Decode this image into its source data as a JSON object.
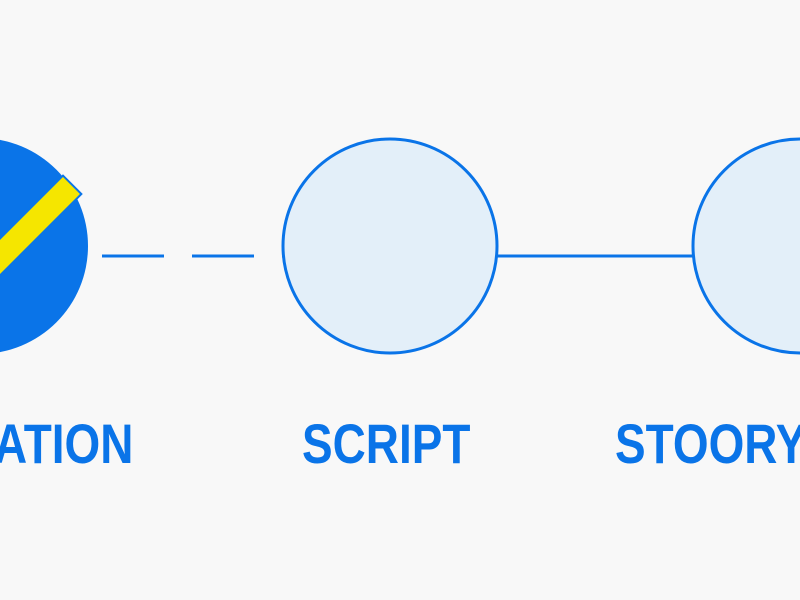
{
  "colors": {
    "background": "#f8f8f8",
    "accent": "#0a74e8",
    "node_fill_pending": "#e3eff9",
    "check_mark": "#f5e600"
  },
  "steps": [
    {
      "label": "ATION",
      "status": "completed",
      "icon": "checkmark-icon"
    },
    {
      "label": "SCRIPT",
      "status": "pending"
    },
    {
      "label": "STOORY",
      "status": "pending"
    }
  ],
  "connectors": [
    {
      "from": 0,
      "to": 1,
      "style": "dashed"
    },
    {
      "from": 1,
      "to": 2,
      "style": "solid"
    }
  ]
}
